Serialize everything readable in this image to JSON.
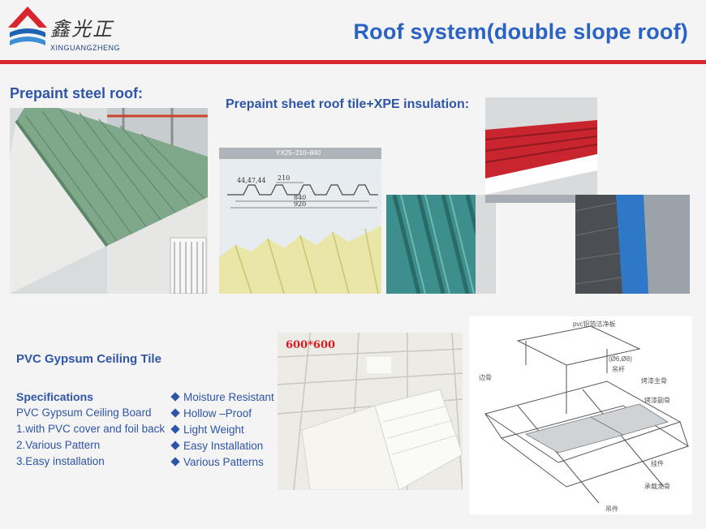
{
  "header": {
    "brand_cn": "鑫光正",
    "brand_en": "XINGUANGZHENG",
    "title": "Roof system(double slope roof)"
  },
  "sections": {
    "steel_roof": "Prepaint steel roof:",
    "roof_tile": "Prepaint sheet roof tile+XPE insulation:",
    "pvc": "PVC Gypsum Ceiling Tile"
  },
  "drawing": {
    "model": "YX25–210–840",
    "dim_left": "44,47,44",
    "dim_210": "210",
    "dim_840": "840",
    "dim_920": "920"
  },
  "ceiling_tag": "600*600",
  "specs": {
    "title": "Specifications",
    "lines": [
      "PVC Gypsum Ceiling Board",
      "1.with PVC cover and foil back",
      "2.Various Pattern",
      "3.Easy installation"
    ]
  },
  "features": [
    "Moisture Resistant",
    "Hollow –Proof",
    "Light Weight",
    "Easy Installation",
    "Various Patterns"
  ],
  "diagram_labels": {
    "top": "pvc铝箔洁净板",
    "size": "(Ø6,Ø8)",
    "rod": "吊杆",
    "edge": "边骨",
    "main": "烤漆主骨",
    "sub": "烤漆副骨",
    "tile": "挂件",
    "beam": "承载龙骨",
    "bottom": "吊件"
  },
  "colors": {
    "title_blue": "#2a63c3",
    "text_blue": "#2f55a8",
    "rule_red": "#d8262f",
    "roof_green": "#7fa88a"
  }
}
